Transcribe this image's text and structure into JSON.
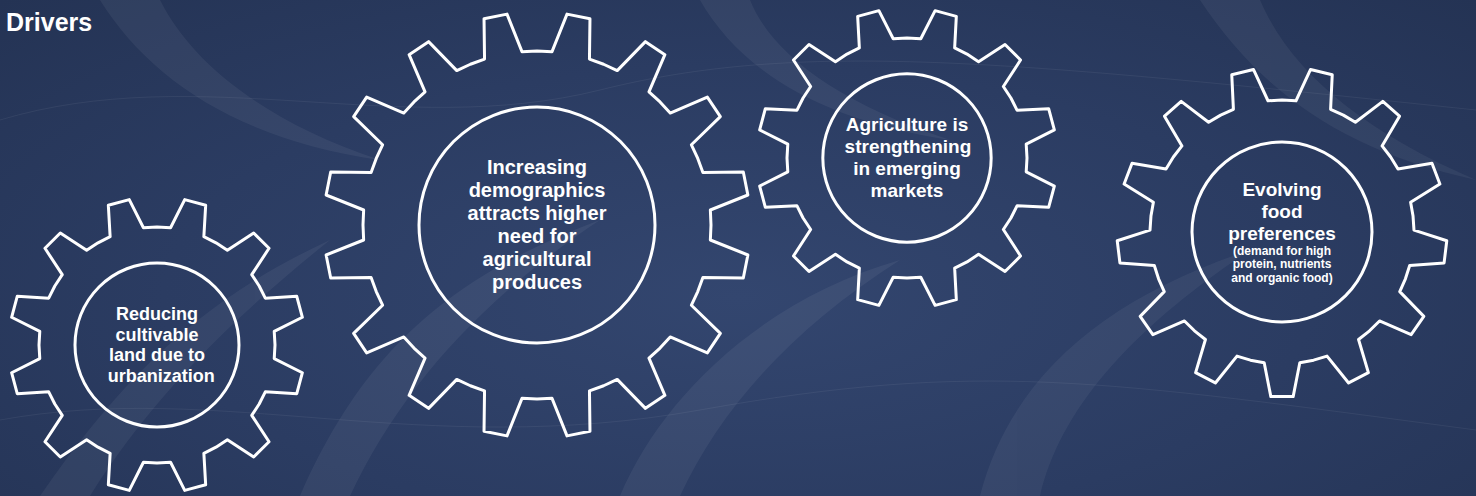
{
  "diagram": {
    "title": "Drivers",
    "nodes": [
      {
        "text": [
          "Reducing cultivable land due to urbanization"
        ]
      },
      {
        "text": [
          "Increasing demographics attracts higher need for agricultural produces"
        ]
      },
      {
        "text": [
          "Agriculture is strengthening in emerging markets"
        ]
      },
      {
        "text": [
          "Evolving food preferences",
          "(demand for high protein, nutrients and organic food)"
        ]
      }
    ]
  }
}
